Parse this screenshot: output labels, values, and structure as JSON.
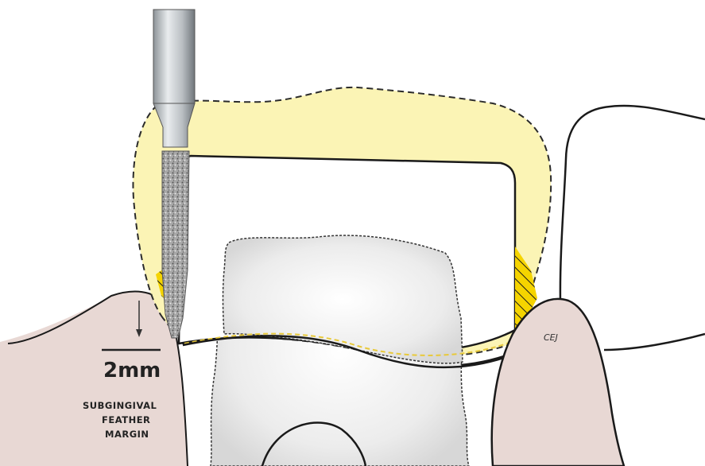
{
  "labels": {
    "measurement": "2mm",
    "margin_line1": "SUBGINGIVAL",
    "margin_line2": "FEATHER",
    "margin_line3": "MARGIN",
    "cej": "CEJ"
  },
  "colors": {
    "crown_fill": "#fbf4b5",
    "preparation_fill": "#ffffff",
    "gingiva_fill": "#e8d8d4",
    "root_fill": "#ededed",
    "bur_metal": "#c8ccd0",
    "diamond_tip": "#9a9a9a",
    "outline": "#1a1a1a",
    "dashed_outline": "#2b2b2b",
    "margin_dashes": "#e8c93a"
  }
}
